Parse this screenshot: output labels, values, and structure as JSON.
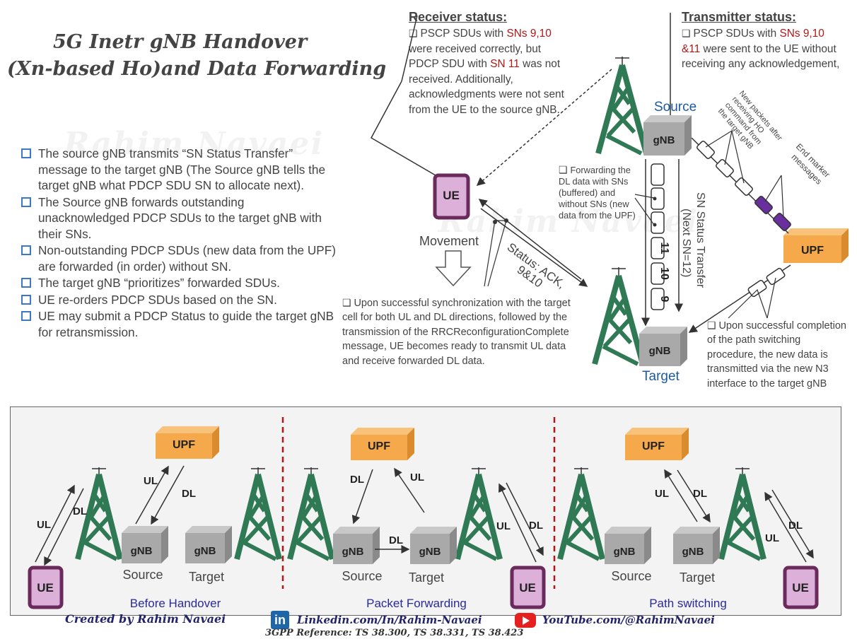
{
  "title": {
    "line1": "5G Inetr gNB Handover",
    "line2": "(Xn-based Ho)and Data Forwarding"
  },
  "watermark": "Rahim Navaei",
  "bullets": [
    "The source gNB transmits “SN Status Transfer” message to the target gNB (The Source gNB tells the target gNB what PDCP SDU SN to allocate next).",
    "The Source gNB forwards outstanding unacknowledged PDCP SDUs to the target gNB with their SNs.",
    "Non-outstanding PDCP SDUs (new data from the UPF) are forwarded (in order) without SN.",
    "The target gNB “prioritizes” forwarded SDUs.",
    "UE re-orders PDCP SDUs based on the SN.",
    "UE may submit a PDCP Status to guide the target gNB for retransmission."
  ],
  "receiver": {
    "heading": "Receiver status:",
    "t1": "PSCP SDUs with ",
    "sns": "SNs",
    "nums": "9,10",
    "t2": " were received correctly, but PDCP SDU with ",
    "sn11": "SN 11",
    "t3": " was not received. Additionally, acknowledgments were not sent from the UE to the source gNB."
  },
  "transmitter": {
    "heading": "Transmitter status:",
    "t1": "PSCP SDUs with ",
    "sns": "SNs",
    "nums": "9,10 &11",
    "t2": " were sent to the UE without receiving any acknowledgement,"
  },
  "diagram": {
    "source_label": "Source",
    "target_label": "Target",
    "gnb": "gNB",
    "upf": "UPF",
    "ue": "UE",
    "movement": "Movement",
    "status_ack_1": "Status: ACK,",
    "status_ack_2": "9&10",
    "sn_transfer_1": "SN Status Transfer",
    "sn_transfer_2": "(Next SN=12)",
    "new_packets": [
      "New packets after",
      "receiving HO",
      "command from",
      "the target gNB"
    ],
    "end_marker": [
      "End marker",
      "messages"
    ],
    "packet_nums": [
      "11",
      "10",
      "9"
    ],
    "forwarding_note": "Forwarding the DL data with SNs (buffered) and without SNs (new data from the UPF)",
    "sync_note": "Upon successful synchronization with the target cell for both UL and DL directions, followed by the transmission of the RRCReconfigurationComplete message, UE becomes ready to transmit UL data and  receive forwarded DL data.",
    "path_note": "Upon successful completion of the path switching procedure, the new data is transmitted via the new N3 interface to the target gNB"
  },
  "panels": {
    "captions": [
      "Before Handover",
      "Packet Forwarding",
      "Path switching"
    ],
    "ul": "UL",
    "dl": "DL",
    "source": "Source",
    "target": "Target"
  },
  "footer": {
    "created": "Created by Rahim Navaei",
    "linkedin": "Linkedin.com/In/Rahim-Navaei",
    "youtube": "YouTube.com/@RahimNavaei",
    "reference": "3GPP Reference: TS 38.300, TS 38.331, TS 38.423"
  },
  "colors": {
    "tower": "#2f7a55",
    "gnb": "#a9a9a9",
    "upf": "#f6a94a",
    "ue_fill": "#dcb0d8",
    "ue_border": "#6a2a5c",
    "end_marker": "#6a2f9e",
    "red": "#b01818",
    "blue": "#1e5aa0"
  }
}
